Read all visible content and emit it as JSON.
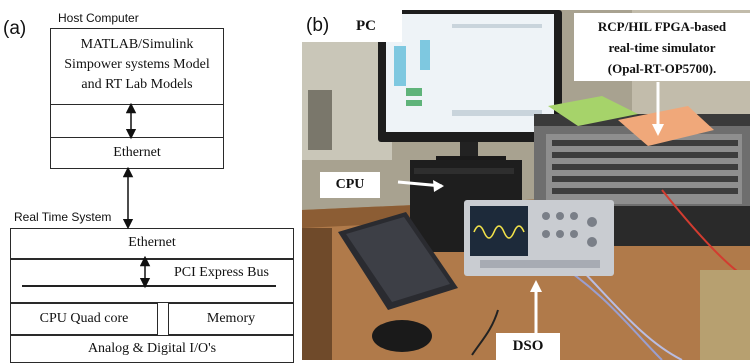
{
  "panel_a": {
    "label": "(a)",
    "host_title": "Host Computer",
    "host_models": [
      "MATLAB/Simulink",
      "Simpower systems Model",
      "and RT Lab Models"
    ],
    "host_ethernet": "Ethernet",
    "rt_title": "Real Time System",
    "rt_ethernet": "Ethernet",
    "pci_bus": "PCI Express Bus",
    "cpu": "CPU Quad core",
    "memory": "Memory",
    "io": "Analog & Digital I/O's"
  },
  "panel_b": {
    "label": "(b)",
    "pc_label": "PC",
    "cpu_label": "CPU",
    "dso_label": "DSO",
    "rcp_label": [
      "RCP/HIL FPGA-based",
      "real-time simulator",
      "(Opal-RT-OP5700)."
    ]
  }
}
